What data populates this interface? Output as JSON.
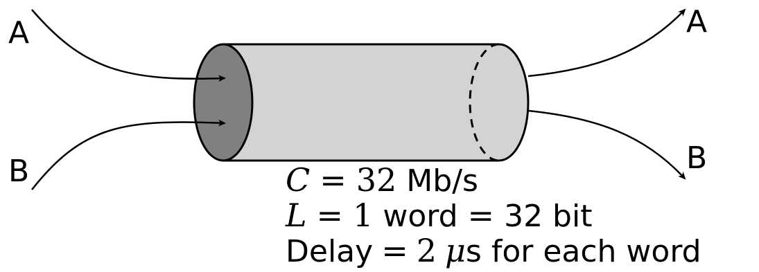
{
  "labels": {
    "in_top": "A",
    "in_bottom": "B",
    "out_top": "A",
    "out_bottom": "B"
  },
  "params": {
    "capacity": {
      "symbol": "C",
      "eq": "=",
      "value": "32",
      "unit": "Mb/s"
    },
    "word_length": {
      "symbol": "L",
      "eq": "=",
      "value": "1",
      "mid": "word",
      "eq2": "=",
      "value2": "32 bit"
    },
    "delay": {
      "lead": "Delay",
      "eq": "=",
      "value": "2",
      "mu": "μ",
      "tail": "s for each word"
    }
  },
  "colors": {
    "cylinder_body": "#d3d3d3",
    "cylinder_face": "#808080",
    "stroke": "#000000"
  }
}
